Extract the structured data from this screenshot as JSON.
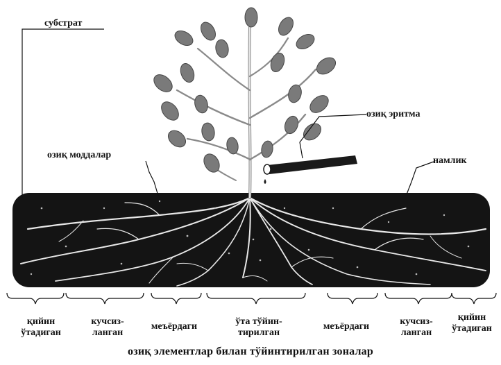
{
  "labels": {
    "substrate": "субстрат",
    "nutrient_solution": "озиқ эритма",
    "nutrients": "озиқ моддалар",
    "moisture": "намлик"
  },
  "zones": [
    {
      "line1": "қийин",
      "line2": "ўтадиган"
    },
    {
      "line1": "кучсиз-",
      "line2": "ланган"
    },
    {
      "line1": "меъёрдаги",
      "line2": ""
    },
    {
      "line1": "ўта тўйин-",
      "line2": "тирилган"
    },
    {
      "line1": "меъёрдаги",
      "line2": ""
    },
    {
      "line1": "кучсиз-",
      "line2": "ланган"
    },
    {
      "line1": "қийин",
      "line2": "ўтадиган"
    }
  ],
  "caption": "озиқ элементлар билан тўйинтирилган зоналар",
  "colors": {
    "soil": "#141414",
    "leaf": "#7a7a7a",
    "stem": "#d9d9d9",
    "ink": "#111111"
  }
}
